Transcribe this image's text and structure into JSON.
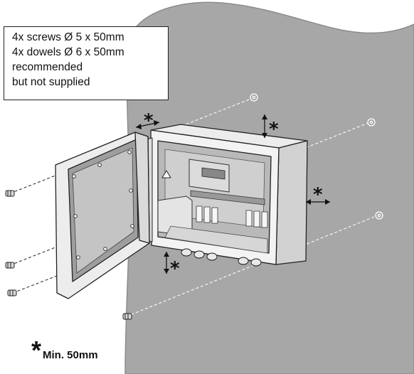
{
  "note": {
    "lines": [
      "4x screws Ø 5 x 50mm",
      "4x dowels Ø 6 x 50mm",
      "recommended",
      "but not supplied"
    ]
  },
  "clearance": {
    "marker": "*",
    "label": "Min. 50mm"
  },
  "colors": {
    "wall": "#a7a7a7",
    "wall_edge": "#8c8c8c",
    "line": "#222222",
    "housing": "#f3f3f3",
    "housing_side": "#d2d2d2",
    "interior": "#b9b9b9"
  }
}
